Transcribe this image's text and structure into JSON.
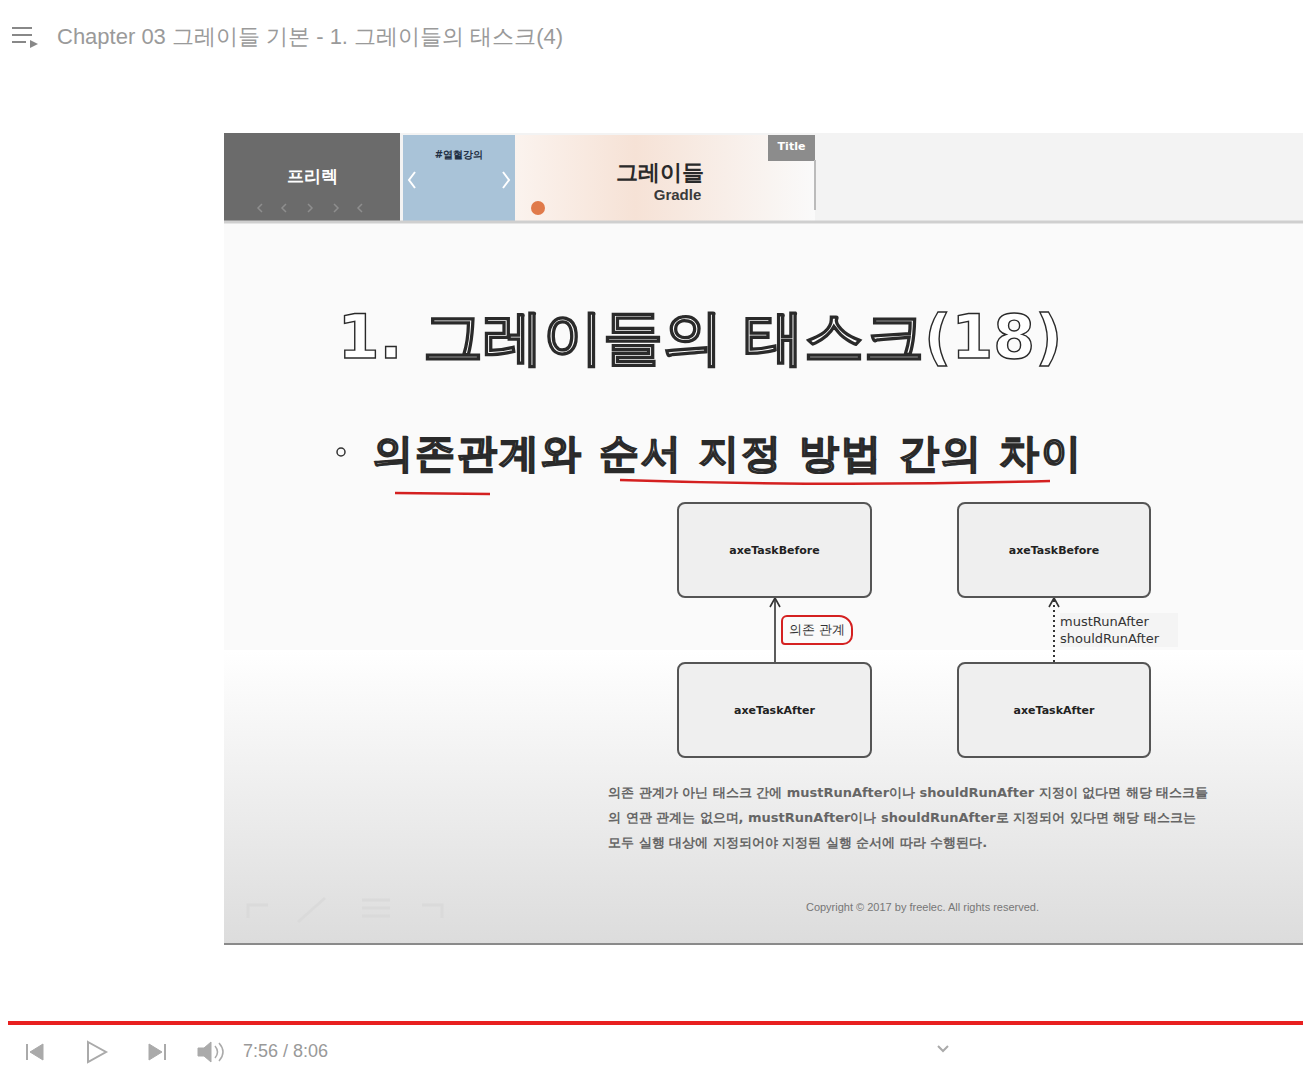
{
  "diagram": {
    "title": "1. 그레이들의 태스크(18)",
    "nodes": [
      {
        "text": [
          "axeTaskBefore"
        ]
      },
      {
        "text": [
          "axeTaskBefore"
        ]
      },
      {
        "text": [
          "axeTaskAfter"
        ]
      },
      {
        "text": [
          "axeTaskAfter"
        ]
      }
    ],
    "edges": [
      {
        "from": 2,
        "to": 0,
        "arrow": "to",
        "label": "의존 관계"
      },
      {
        "from": 3,
        "to": 1,
        "arrow": "to",
        "label": "mustRunAfter shouldRunAfter"
      }
    ],
    "labels": [
      "Chapter 03 그레이들 기본 - 1. 그레이들의 태스크(4)",
      "프리렉",
      "#열혈강의",
      "Title",
      "그레이들",
      "Gradle",
      "의존관계와 순서 지정 방법 간의 차이",
      "의존 관계가 아닌 태스크 간에 mustRunAfter이나 shouldRunAfter 지정이 없다면 해당 태스크들의 연관 관계는 없으며, mustRunAfter이나 shouldRunAfter로 지정되어 있다면 해당 태스크는 모두 실행 대상에 지정되어야 지정된 실행 순서에 따라 수행된다.",
      "Copyright © 2017 by freelec. All rights reserved.",
      "7:56 / 8:06"
    ]
  }
}
